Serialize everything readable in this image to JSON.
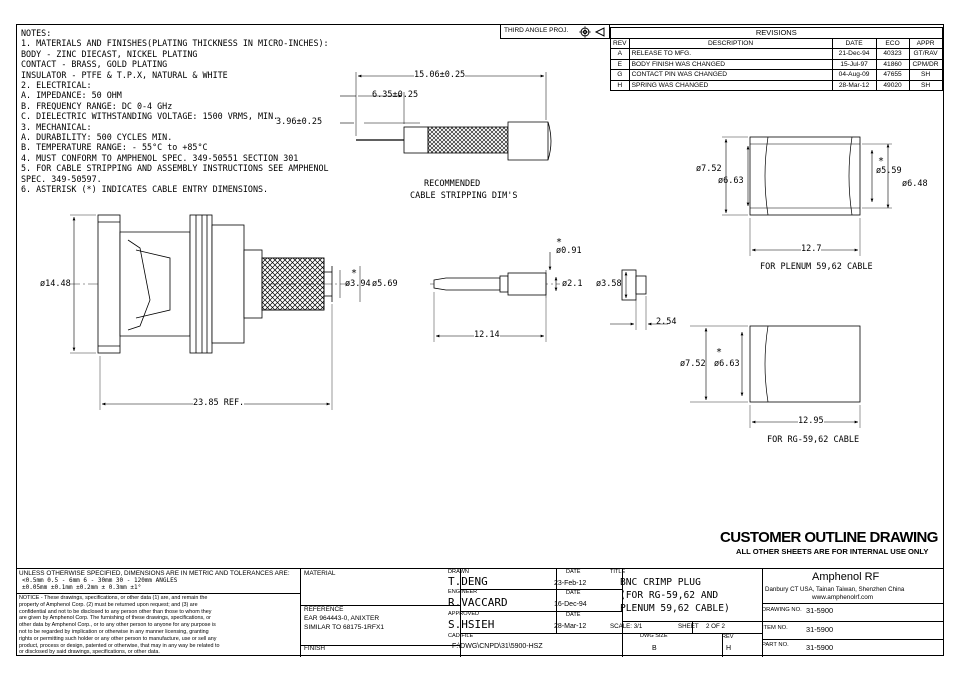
{
  "notes": {
    "heading": "NOTES:",
    "lines": [
      "1.  MATERIALS AND FINISHES(PLATING THICKNESS IN MICRO-INCHES):",
      "      BODY - ZINC DIECAST, NICKEL PLATING",
      "      CONTACT - BRASS, GOLD PLATING",
      "      INSULATOR - PTFE & T.P.X, NATURAL & WHITE",
      "2.  ELECTRICAL:",
      "      A. IMPEDANCE:  50 OHM",
      "      B. FREQUENCY RANGE:  DC 0-4 GHz",
      "      C. DIELECTRIC WITHSTANDING VOLTAGE:  1500 VRMS, MIN.",
      "3.  MECHANICAL:",
      "      A. DURABILITY:  500 CYCLES MIN.",
      "      B. TEMPERATURE RANGE: - 55°C to +85°C",
      "4.  MUST CONFORM TO AMPHENOL SPEC. 349-50551 SECTION 301",
      "5.  FOR CABLE STRIPPING AND ASSEMBLY INSTRUCTIONS SEE AMPHENOL",
      "      SPEC. 349-50597.",
      "6.  ASTERISK (*) INDICATES CABLE ENTRY DIMENSIONS."
    ]
  },
  "projection": "THIRD ANGLE PROJ.",
  "revisions": {
    "title": "REVISIONS",
    "headers": [
      "REV",
      "DESCRIPTION",
      "DATE",
      "ECO",
      "APPR"
    ],
    "rows": [
      [
        "A",
        "RELEASE TO MFG.",
        "21-Dec-94",
        "40323",
        "GT/RAV"
      ],
      [
        "E",
        "BODY FINISH WAS CHANGED",
        "15-Jul-97",
        "41860",
        "CPM/DR"
      ],
      [
        "G",
        "CONTACT PIN WAS CHANGED",
        "04-Aug-09",
        "47655",
        "SH"
      ],
      [
        "H",
        "SPRING WAS CHANGED",
        "28-Mar-12",
        "49020",
        "SH"
      ]
    ]
  },
  "dims": {
    "strip_overall": "15.06±0.25",
    "strip_mid": "6.35±0.25",
    "strip_pin": "3.96±0.25",
    "strip_caption_1": "RECOMMENDED",
    "strip_caption_2": "CABLE STRIPPING DIM'S",
    "body_dia": "ø14.48",
    "crimp_inner": "ø3.94",
    "crimp_outer": "ø5.69",
    "overall_len": "23.85 REF.",
    "pin_len": "12.14",
    "pin_tip": "ø0.91",
    "pin_dia": "ø2.1",
    "insul_dia": "ø3.58",
    "insul_len": "2.54",
    "plenum_od": "ø7.52",
    "plenum_id": "ø6.63",
    "plenum_cable_a": "ø5.59",
    "plenum_cable_b": "ø6.48",
    "plenum_len": "12.7",
    "plenum_caption": "FOR PLENUM 59,62 CABLE",
    "rg_od": "ø7.52",
    "rg_id": "ø6.63",
    "rg_len": "12.95",
    "rg_caption": "FOR RG-59,62 CABLE",
    "asterisk": "*"
  },
  "banner": {
    "title": "CUSTOMER OUTLINE DRAWING",
    "subtitle": "ALL OTHER SHEETS ARE FOR INTERNAL USE ONLY"
  },
  "title_block": {
    "tolerance_1": "UNLESS OTHERWISE SPECIFIED, DIMENSIONS ARE IN METRIC AND TOLERANCES ARE:",
    "tolerance_2": "<0.5mm      0.5 - 6mm       6 - 30mm     30 - 120mm   ANGLES",
    "tolerance_3": "±0.05mm       ±0.1mm         ±0.2mm        ± 0.3mm          ±1°",
    "notice": [
      "NOTICE - These drawings, specifications, or other data (1) are, and remain the",
      "property of Amphenol Corp. (2) must be returned upon request; and (3) are",
      "confidential and not to be disclosed to any person other than those to whom they",
      "are given by Amphenol Corp.  The furnishing of these drawings, specifications, or",
      "other data by Amphenol Corp., or to any other person to anyone for any purpose is",
      "not to be regarded by implication or otherwise in any manner licensing, granting",
      "rights or permitting such holder or any other person to manufacture, use or sell any",
      "product, process or design, patented or otherwise, that may in any way be related to",
      "or disclosed by said drawings, specifications, or other data."
    ],
    "material_label": "MATERIAL",
    "reference_label": "REFERENCE",
    "reference_1": "EAR 964443-0, ANIXTER",
    "reference_2": "SIMILAR TO 68175-1RFX1",
    "finish_label": "FINISH",
    "drawn_label": "DRAWN",
    "drawn_name": "T.DENG",
    "drawn_date": "23-Feb-12",
    "engineer_label": "ENGINEER",
    "engineer_name": "R.VACCARD",
    "engineer_date": "16-Dec-94",
    "approved_label": "APPROVED",
    "approved_name": "S.HSIEH",
    "approved_date": "28-Mar-12",
    "date_label": "DATE",
    "cad_label": "CAD FILE",
    "cad_file": "F:\\DWG\\CNPD\\31\\5900-HSZ",
    "title_label": "TITLE",
    "title_1": "BNC CRIMP PLUG",
    "title_2": "(FOR RG-59,62 AND",
    "title_3": "PLENUM 59,62 CABLE)",
    "scale_label": "SCALE: 3/1",
    "sheet_label": "SHEET",
    "sheet_value": "2 OF 2",
    "dwg_size_label": "DWG SIZE",
    "dwg_size": "B",
    "rev_label": "REV",
    "rev": "H",
    "company": "Amphenol RF",
    "address": "Danbury CT USA, Tainan Taiwan, Shenzhen China",
    "website": "www.amphenolrf.com",
    "drawing_no_label": "DRAWING NO.",
    "drawing_no": "31-5900",
    "item_no_label": "ITEM NO.",
    "item_no": "31-5900",
    "part_no_label": "PART NO.",
    "part_no": "31-5900"
  }
}
